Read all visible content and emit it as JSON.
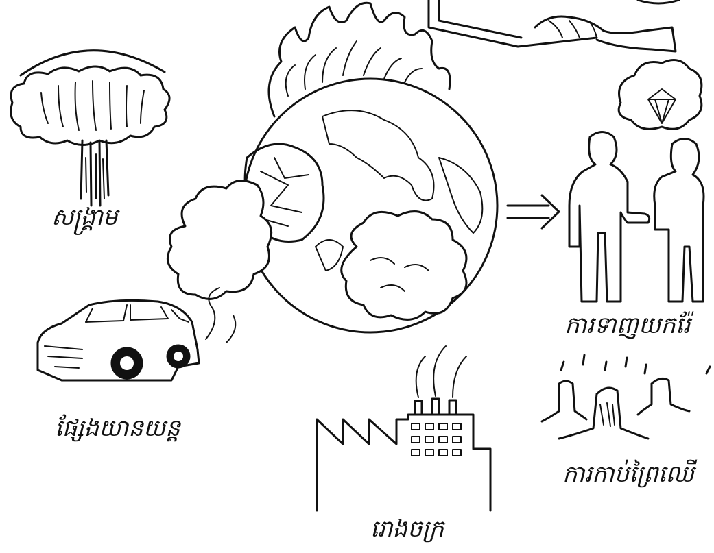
{
  "labels": {
    "war": "សង្គ្រាម",
    "car": "ផ្សែងយានយន្ត",
    "factory": "រោងចក្រ",
    "trade": "ការទាញយករ៉ែ",
    "logging": "ការកាប់ព្រៃឈើ"
  },
  "colors": {
    "ink": "#111111",
    "paper": "#ffffff"
  }
}
